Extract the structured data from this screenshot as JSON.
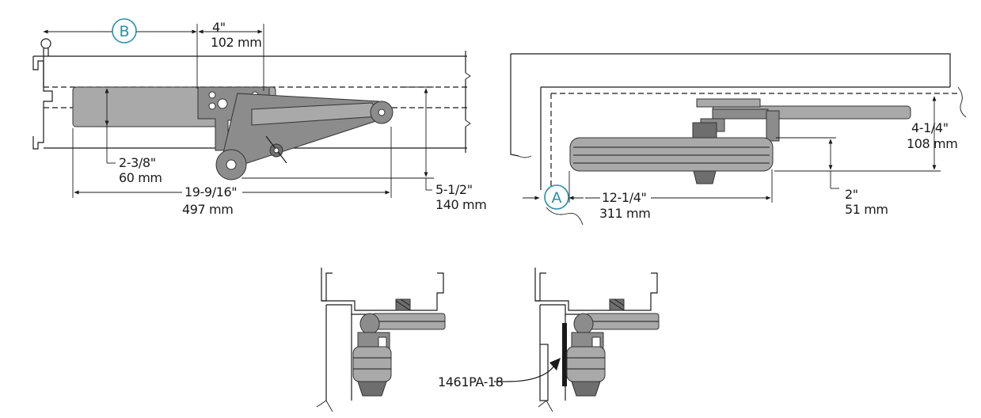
{
  "views": {
    "top_left": {
      "callout_b": "B",
      "dim_4in": "4\"",
      "dim_102mm": "102 mm",
      "dim_2_3_8in": "2-3/8\"",
      "dim_60mm": "60 mm",
      "dim_19_9_16in": "19-9/16\"",
      "dim_497mm": "497 mm",
      "dim_5_1_2in": "5-1/2\"",
      "dim_140mm": "140 mm"
    },
    "top_right": {
      "callout_a": "A",
      "dim_12_1_4in": "12-1/4\"",
      "dim_311mm": "311 mm",
      "dim_2in": "2\"",
      "dim_51mm": "51 mm",
      "dim_4_1_4in": "4-1/4\"",
      "dim_108mm": "108 mm"
    },
    "bottom": {
      "part_label": "1461PA-18"
    }
  }
}
